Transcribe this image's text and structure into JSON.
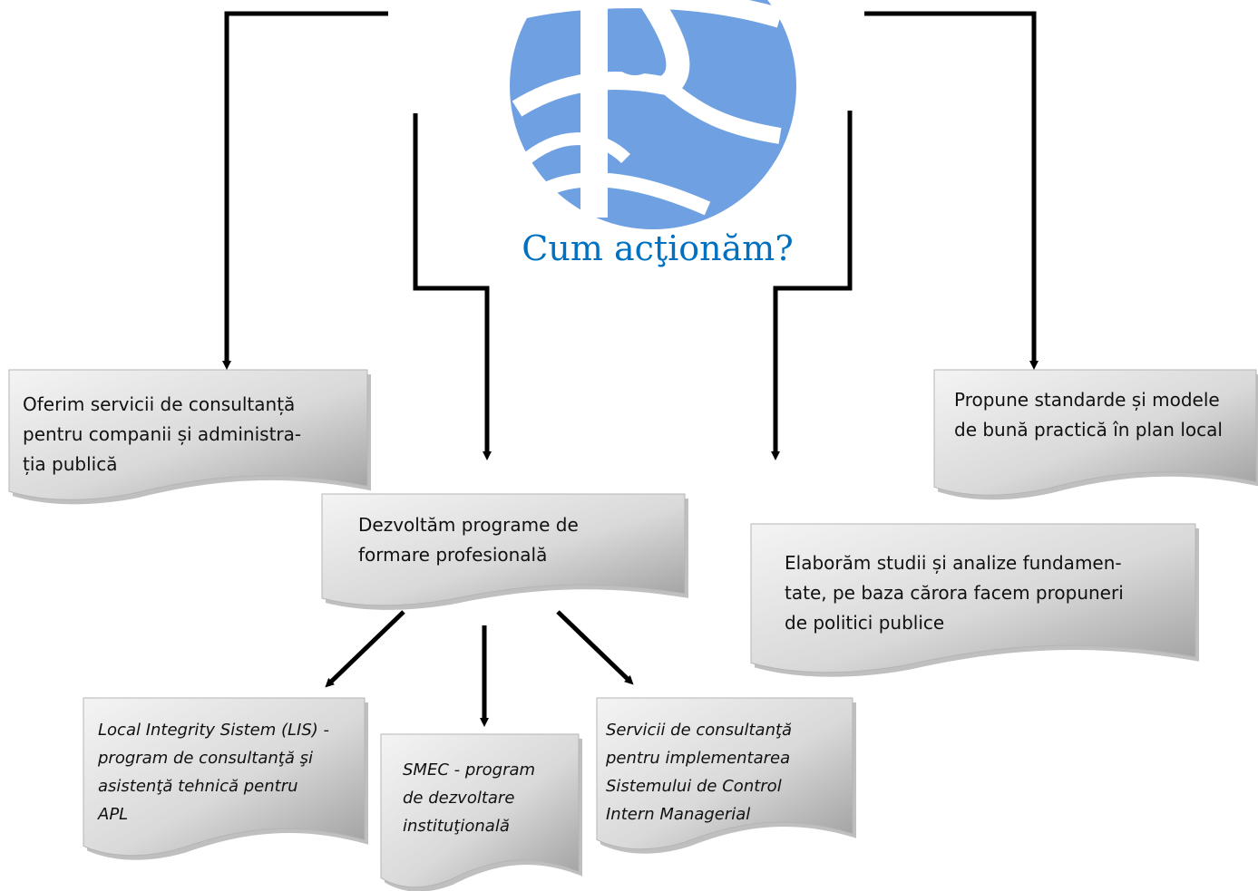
{
  "title": "Cum acţionăm?",
  "colors": {
    "title": "#0070c0",
    "logo": "#6fa0e2",
    "box_light": "#e6e6e6",
    "box_dark": "#a9a9a9",
    "connector": "#000000"
  },
  "logo": {
    "icon": "globe-with-figure-icon"
  },
  "boxes": {
    "consultancy": "Oferim servicii de consultanță\npentru companii și administra-\nția publică",
    "standards": "Propune standarde și modele\nde bună practică în plan local",
    "training": "Dezvoltăm programe de\nformare profesională",
    "studies": "Elaborăm studii și analize fundamen-\ntate, pe baza cărora facem propuneri\nde politici publice",
    "lis": "Local Integrity Sistem (LIS) -\nprogram de consultanţă şi\nasistenţă tehnică pentru\nAPL",
    "smec": "SMEC -  program\nde dezvoltare\ninstituţională",
    "scim": "Servicii de consultanţă\npentru implementarea\nSistemului de Control\nIntern Managerial"
  }
}
